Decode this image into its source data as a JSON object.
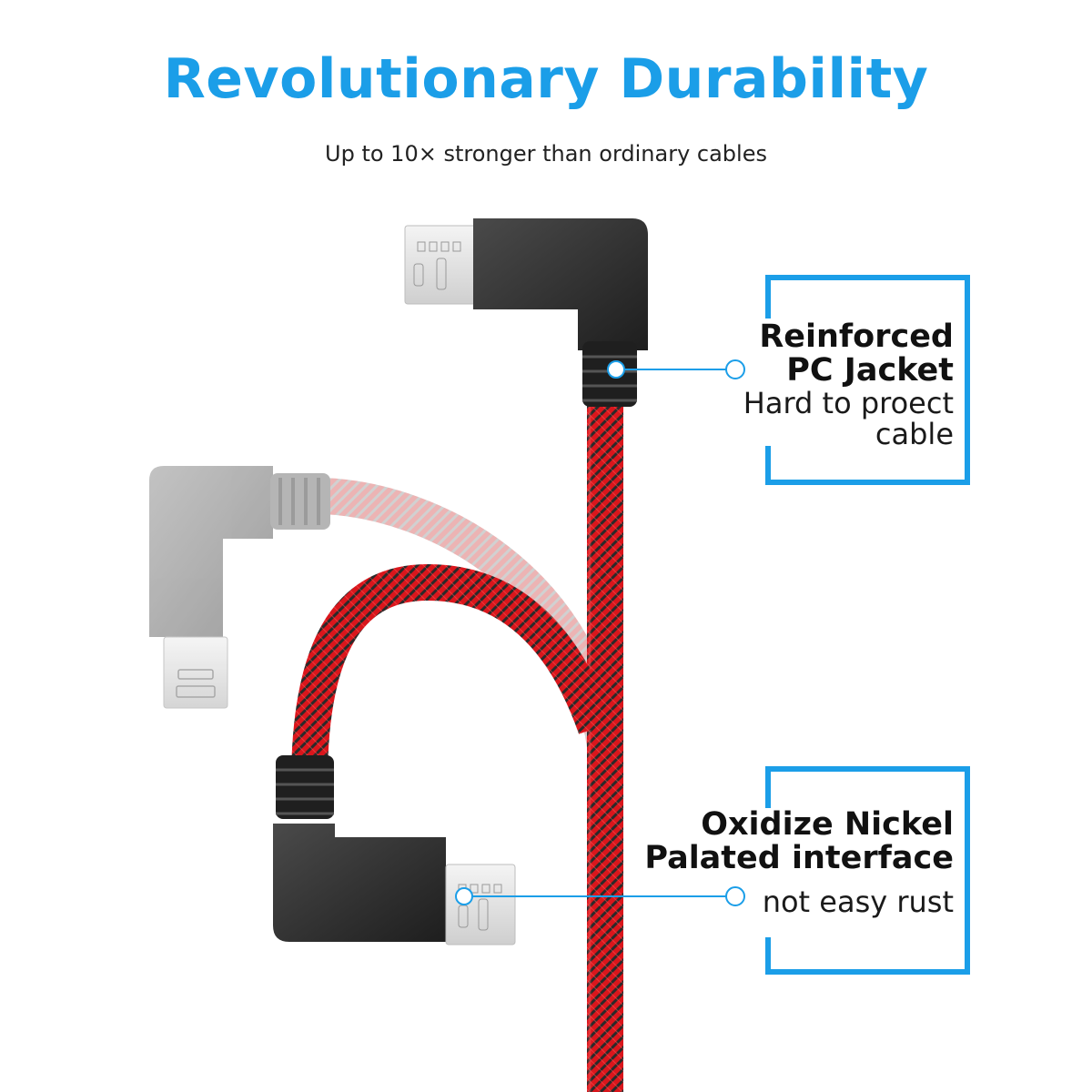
{
  "header": {
    "title": "Revolutionary Durability",
    "subtitle": "Up to 10× stronger than ordinary cables"
  },
  "callouts": [
    {
      "title_line1": "Reinforced",
      "title_line2": "PC Jacket",
      "desc_line1": "Hard to proect",
      "desc_line2": "cable"
    },
    {
      "title_line1": "Oxidize Nickel",
      "title_line2": "Palated interface",
      "desc_line1": "not easy rust"
    }
  ],
  "colors": {
    "accent": "#1b9ee8",
    "cable_red": "#d9161c",
    "cable_dark": "#3a3a3a",
    "connector": "#2b2b2b",
    "ghost_gray": "#9e9e9e"
  }
}
